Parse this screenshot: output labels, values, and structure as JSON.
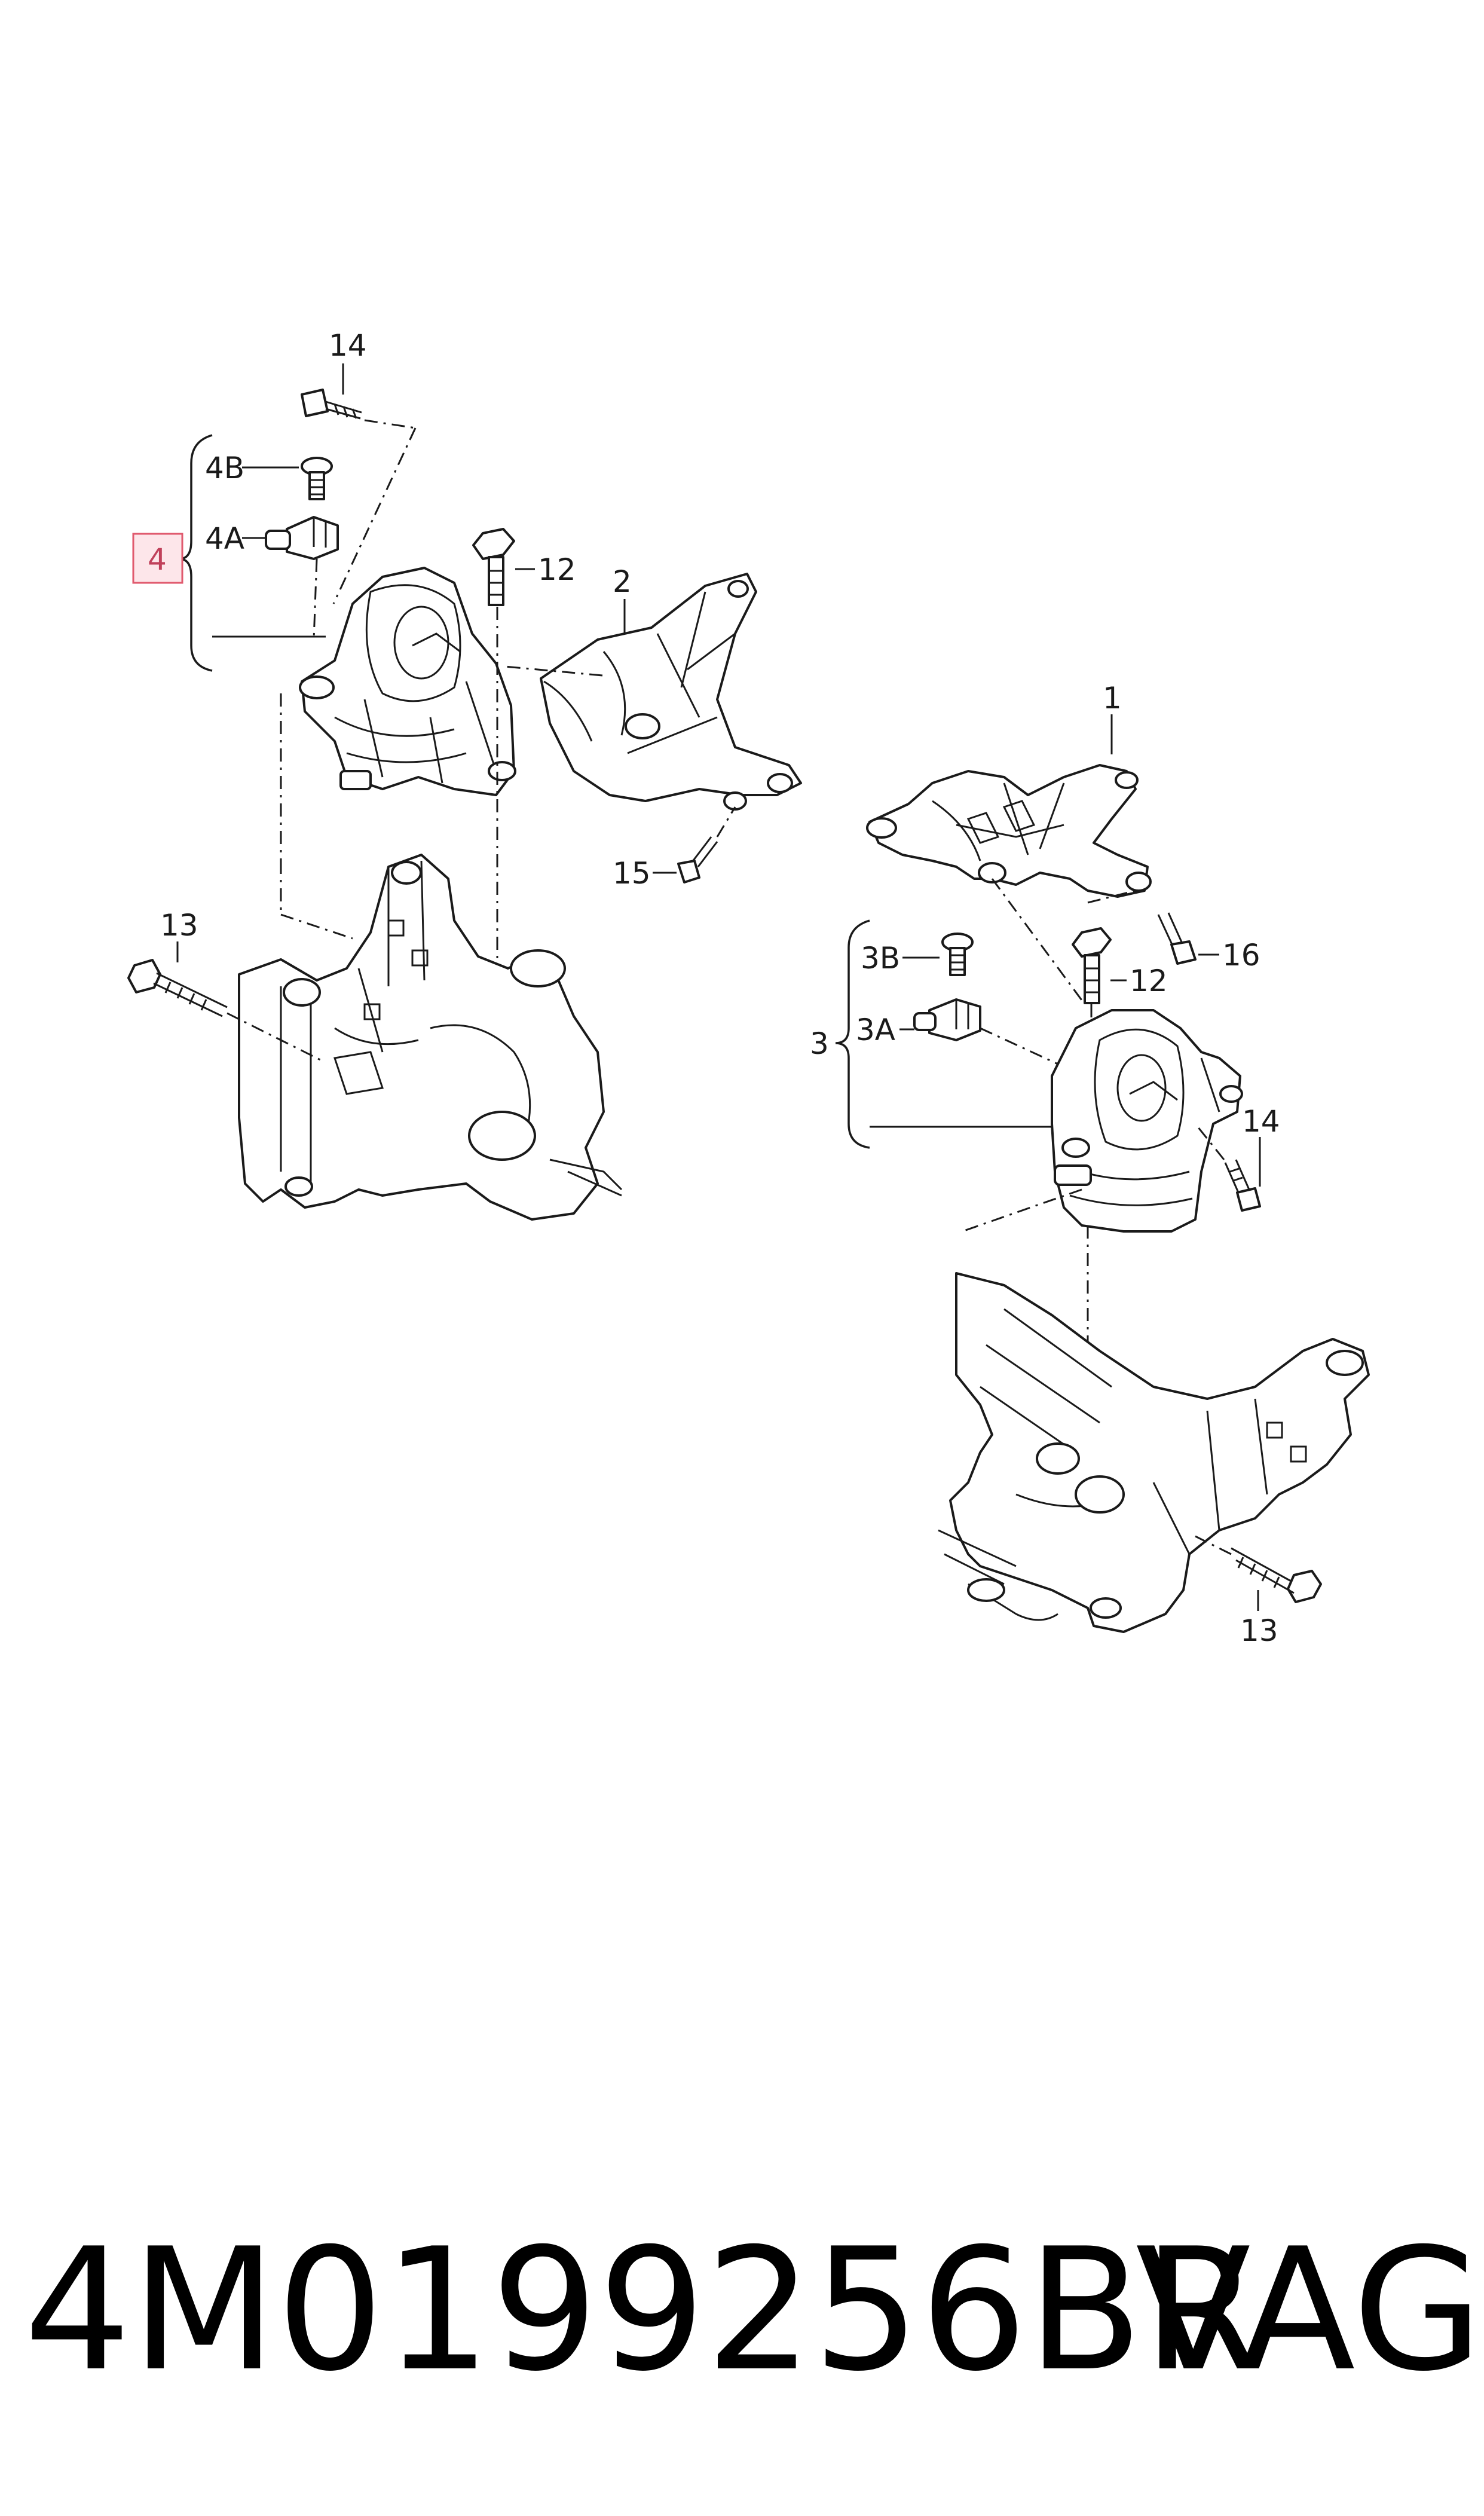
{
  "diagram": {
    "callouts": {
      "c14_top": "14",
      "c4B": "4B",
      "c4A": "4A",
      "c4": "4",
      "c12_left": "12",
      "c2": "2",
      "c15": "15",
      "c13_left": "13",
      "c1": "1",
      "c3B": "3B",
      "c12_right": "12",
      "c16": "16",
      "c3A": "3A",
      "c3": "3",
      "c14_right": "14",
      "c13_right": "13"
    },
    "highlight_color": "#e05a6e",
    "line_color": "#1a1a1a"
  },
  "footer": {
    "part_number": "4M0199256BR",
    "brand": "VAG"
  }
}
